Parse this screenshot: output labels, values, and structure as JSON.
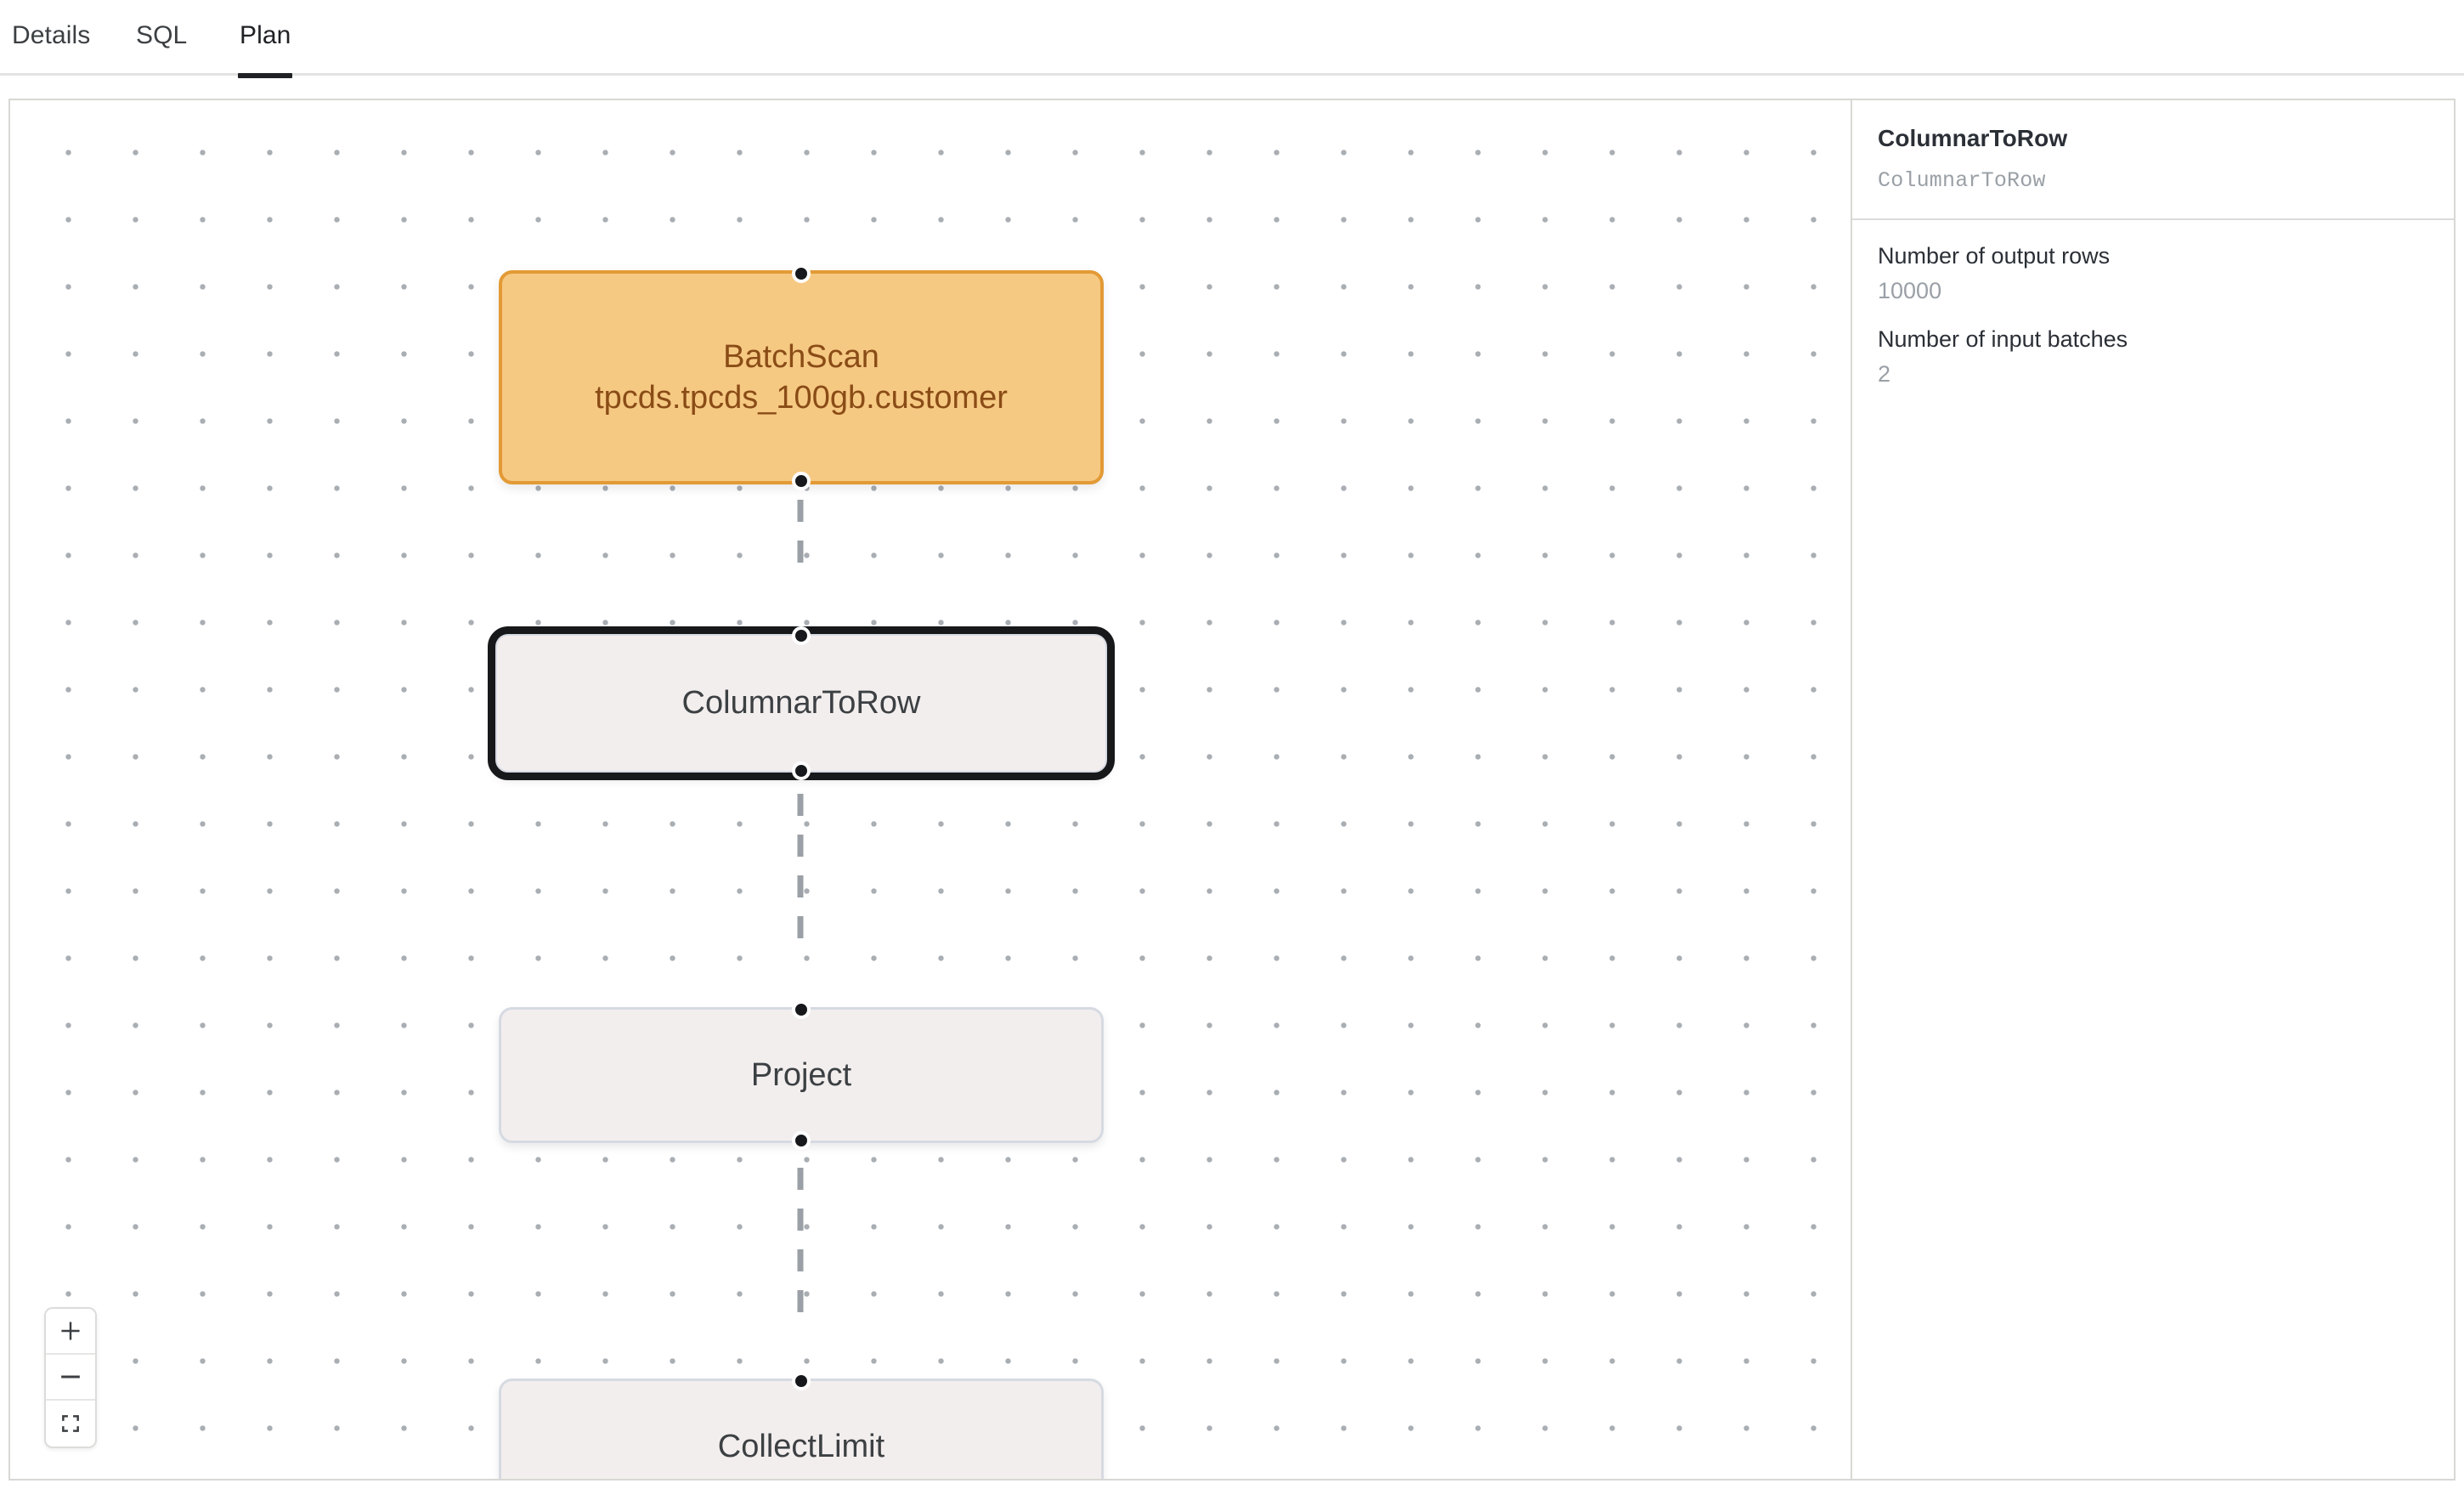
{
  "tabs": [
    {
      "id": "details",
      "label": "Details",
      "active": false
    },
    {
      "id": "sql",
      "label": "SQL",
      "active": false
    },
    {
      "id": "plan",
      "label": "Plan",
      "active": true
    }
  ],
  "graph": {
    "nodes": [
      {
        "id": "batchscan",
        "label": "BatchScan tpcds.tpcds_100gb.customer",
        "style": "scan",
        "selected": false
      },
      {
        "id": "columnartorow",
        "label": "ColumnarToRow",
        "style": "plain",
        "selected": true
      },
      {
        "id": "project",
        "label": "Project",
        "style": "plain",
        "selected": false
      },
      {
        "id": "collectlimit",
        "label": "CollectLimit",
        "style": "plain",
        "selected": false
      }
    ],
    "edges": [
      {
        "from": "batchscan",
        "to": "columnartorow"
      },
      {
        "from": "columnartorow",
        "to": "project"
      },
      {
        "from": "project",
        "to": "collectlimit"
      }
    ]
  },
  "zoom_controls": [
    {
      "id": "zoom-in",
      "icon": "plus-icon"
    },
    {
      "id": "zoom-out",
      "icon": "minus-icon"
    },
    {
      "id": "fit-view",
      "icon": "fit-view-icon"
    }
  ],
  "detail_panel": {
    "title": "ColumnarToRow",
    "subtitle": "ColumnarToRow",
    "metrics": [
      {
        "name": "Number of output rows",
        "value": "10000"
      },
      {
        "name": "Number of input batches",
        "value": "2"
      }
    ]
  },
  "colors": {
    "scan_fill": "#f6c983",
    "scan_border": "#e39a35",
    "scan_text": "#8a4c16",
    "node_fill": "#f3eeee",
    "node_border": "#d6dae2",
    "selected_outline": "#17181a",
    "edge": "#9aa0a6",
    "tab_active": "#202124"
  }
}
